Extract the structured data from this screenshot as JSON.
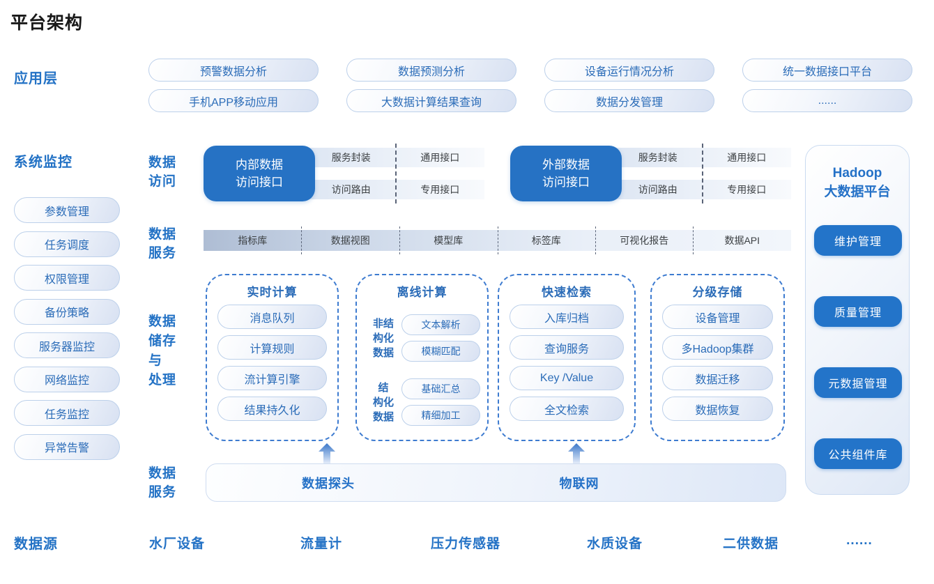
{
  "page": {
    "title": "平台架构"
  },
  "colors": {
    "primary_blue": "#2573C6",
    "solid_box_blue": "#2672C4",
    "pill_text_blue": "#2B6CB8",
    "dark_text": "#3C4043",
    "dashed_border_blue": "#3D7BD0"
  },
  "app_layer": {
    "label": "应用层",
    "pills": [
      "预警数据分析",
      "数据预测分析",
      "设备运行情况分析",
      "统一数据接口平台",
      "手机APP移动应用",
      "大数据计算结果查询",
      "数据分发管理",
      "......"
    ]
  },
  "system_monitor": {
    "label": "系统监控",
    "items": [
      "参数管理",
      "任务调度",
      "权限管理",
      "备份策略",
      "服务器监控",
      "网络监控",
      "任务监控",
      "异常告警"
    ]
  },
  "data_access": {
    "label": [
      "数据",
      "访问"
    ],
    "groups": [
      {
        "box": [
          "内部数据",
          "访问接口"
        ],
        "cells": [
          "服务封装",
          "通用接口",
          "访问路由",
          "专用接口"
        ]
      },
      {
        "box": [
          "外部数据",
          "访问接口"
        ],
        "cells": [
          "服务封装",
          "通用接口",
          "访问路由",
          "专用接口"
        ]
      }
    ]
  },
  "data_service_bar": {
    "label": [
      "数据",
      "服务"
    ],
    "items": [
      "指标库",
      "数据视图",
      "模型库",
      "标签库",
      "可视化报告",
      "数据API"
    ]
  },
  "storage": {
    "label": [
      "数据",
      "储存",
      "与",
      "处理"
    ],
    "groups": [
      {
        "title": "实时计算",
        "pills": [
          "消息队列",
          "计算规则",
          "流计算引擎",
          "结果持久化"
        ]
      },
      {
        "title": "离线计算",
        "subs": [
          {
            "label": [
              "非结",
              "构化",
              "数据"
            ],
            "pills": [
              "文本解析",
              "模糊匹配"
            ]
          },
          {
            "label": [
              "结",
              "构化",
              "数据"
            ],
            "pills": [
              "基础汇总",
              "精细加工"
            ]
          }
        ]
      },
      {
        "title": "快速检索",
        "pills": [
          "入库归档",
          "查询服务",
          "Key /Value",
          "全文检索"
        ]
      },
      {
        "title": "分级存储",
        "pills": [
          "设备管理",
          "多Hadoop集群",
          "数据迁移",
          "数据恢复"
        ]
      }
    ]
  },
  "ingest": {
    "label": [
      "数据",
      "服务"
    ],
    "items": [
      "数据探头",
      "物联网"
    ]
  },
  "hadoop": {
    "title": [
      "Hadoop",
      "大数据平台"
    ],
    "buttons": [
      "维护管理",
      "质量管理",
      "元数据管理",
      "公共组件库"
    ]
  },
  "sources": {
    "label": "数据源",
    "items": [
      "水厂设备",
      "流量计",
      "压力传感器",
      "水质设备",
      "二供数据",
      "......"
    ]
  }
}
